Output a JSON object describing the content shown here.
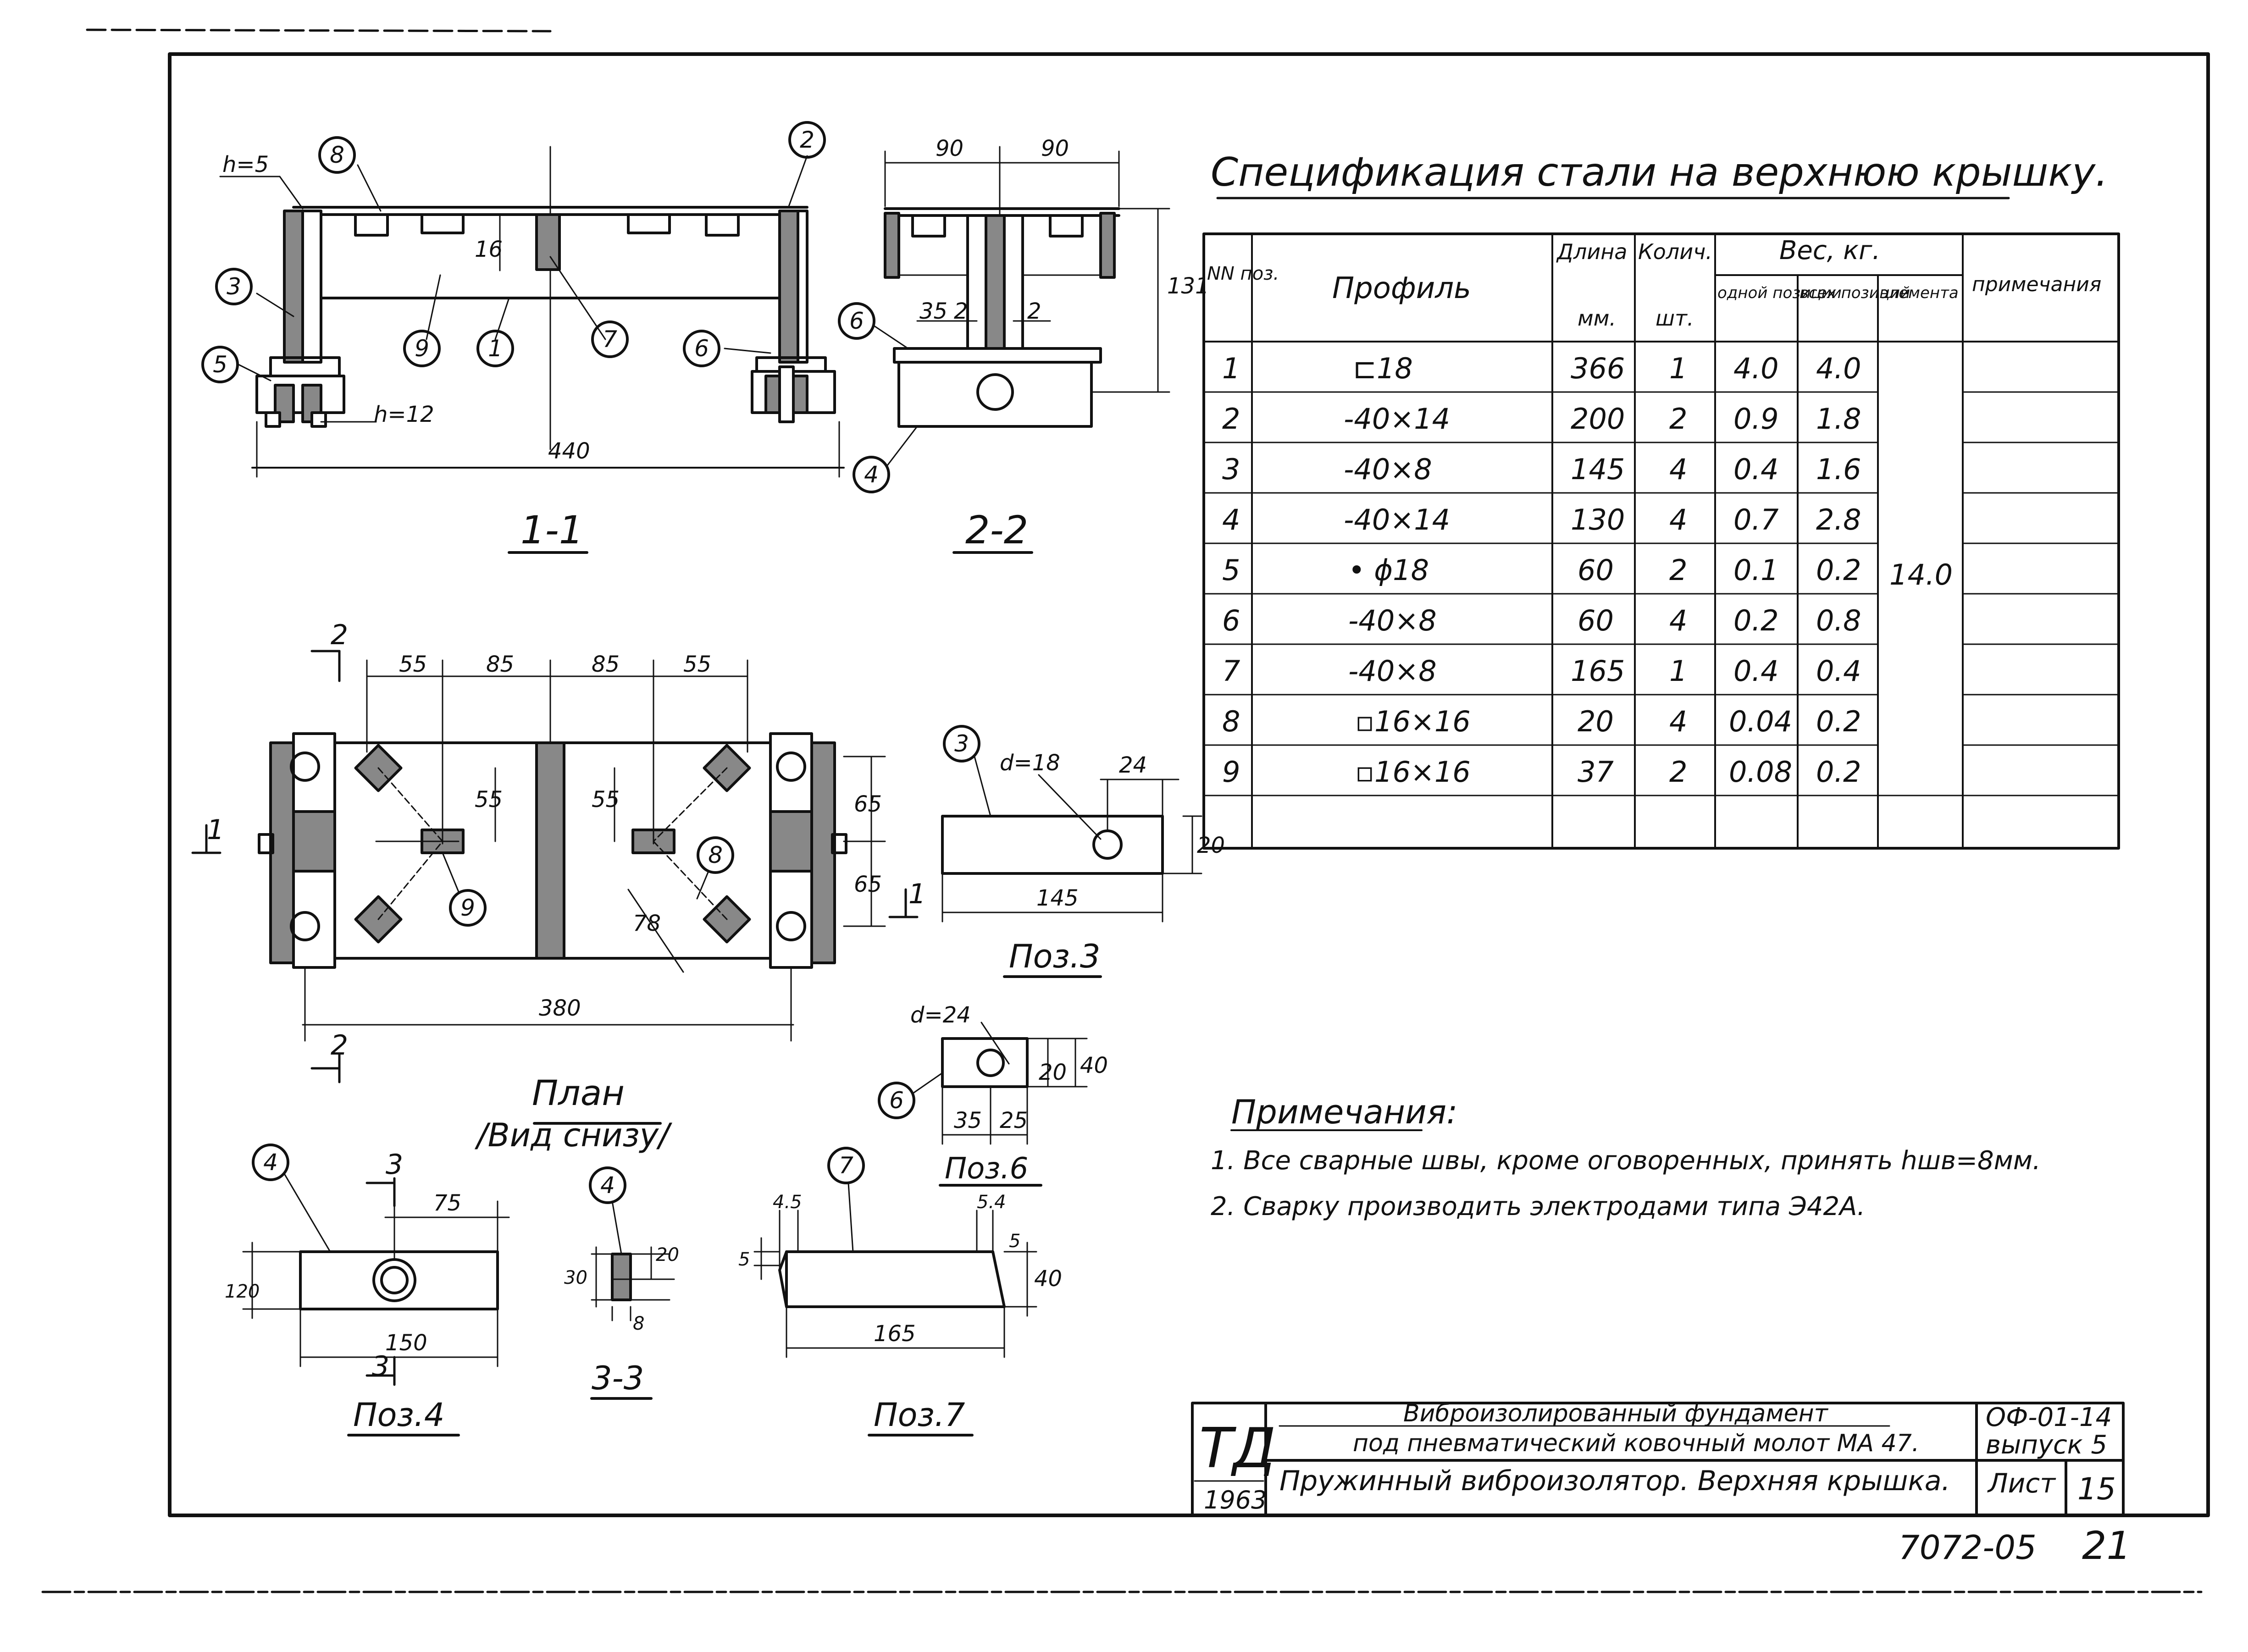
{
  "spec": {
    "title": "Спецификация стали на верхнюю крышку.",
    "headers": {
      "pos": "NN поз.",
      "profile": "Профиль",
      "length": "Длина",
      "length_unit": "мм.",
      "qty": "Колич.",
      "qty_unit": "шт.",
      "weight": "Вес, кг.",
      "w_one": "одной позиции",
      "w_all": "всех позиций",
      "w_elem": "элемента",
      "note": "примечания"
    },
    "rows": [
      {
        "pos": "1",
        "profile": "⊏18",
        "length": "366",
        "qty": "1",
        "w_one": "4.0",
        "w_all": "4.0"
      },
      {
        "pos": "2",
        "profile": "-40×14",
        "length": "200",
        "qty": "2",
        "w_one": "0.9",
        "w_all": "1.8"
      },
      {
        "pos": "3",
        "profile": "-40×8",
        "length": "145",
        "qty": "4",
        "w_one": "0.4",
        "w_all": "1.6"
      },
      {
        "pos": "4",
        "profile": "-40×14",
        "length": "130",
        "qty": "4",
        "w_one": "0.7",
        "w_all": "2.8"
      },
      {
        "pos": "5",
        "profile": "• ϕ18",
        "length": "60",
        "qty": "2",
        "w_one": "0.1",
        "w_all": "0.2"
      },
      {
        "pos": "6",
        "profile": "-40×8",
        "length": "60",
        "qty": "4",
        "w_one": "0.2",
        "w_all": "0.8"
      },
      {
        "pos": "7",
        "profile": "-40×8",
        "length": "165",
        "qty": "1",
        "w_one": "0.4",
        "w_all": "0.4"
      },
      {
        "pos": "8",
        "profile": "▫16×16",
        "length": "20",
        "qty": "4",
        "w_one": "0.04",
        "w_all": "0.2"
      },
      {
        "pos": "9",
        "profile": "▫16×16",
        "length": "37",
        "qty": "2",
        "w_one": "0.08",
        "w_all": "0.2"
      }
    ],
    "element_weight": "14.0"
  },
  "notes": {
    "title": "Примечания:",
    "items": [
      "1. Все сварные швы, кроме оговоренных, принять hшв=8мм.",
      "2. Сварку производить электродами типа Э42А."
    ]
  },
  "views": {
    "section_1_1": "1-1",
    "section_2_2": "2-2",
    "section_3_3": "3-3",
    "plan": "План",
    "plan_sub": "/Вид снизу/",
    "pos3": "Поз.3",
    "pos4": "Поз.4",
    "pos6": "Поз.6",
    "pos7": "Поз.7"
  },
  "dims": {
    "s11_h5": "h=5",
    "s11_h12": "h=12",
    "s11_16": "16",
    "s11_440": "440",
    "s22_90a": "90",
    "s22_90b": "90",
    "s22_131": "131",
    "s22_35": "35",
    "s22_2a": "2",
    "s22_2b": "2",
    "plan_55a": "55",
    "plan_85a": "85",
    "plan_85b": "85",
    "plan_55b": "55",
    "plan_55v1": "55",
    "plan_55v2": "55",
    "plan_65a": "65",
    "plan_65b": "65",
    "plan_78": "78",
    "plan_380": "380",
    "p3_d18": "d=18",
    "p3_24": "24",
    "p3_20": "20",
    "p3_145": "145",
    "p6_d24": "d=24",
    "p6_20": "20",
    "p6_40": "40",
    "p6_35": "35",
    "p6_25": "25",
    "p4_75": "75",
    "p4_120": "120",
    "p4_150": "150",
    "s33_30": "30",
    "s33_20": "20",
    "s33_8": "8",
    "p7_45": "4.5",
    "p7_54": "5.4",
    "p7_5a": "5",
    "p7_5b": "5",
    "p7_40": "40",
    "p7_165": "165"
  },
  "callouts": {
    "c1": "1",
    "c2": "2",
    "c3": "3",
    "c4": "4",
    "c5": "5",
    "c6": "6",
    "c7": "7",
    "c8": "8",
    "c9": "9",
    "s22_c4": "4",
    "s22_c6": "6",
    "plan_c8": "8",
    "plan_c9": "9",
    "p3_c3": "3",
    "p6_c6": "6",
    "p4_c4": "4",
    "s33_c4": "4",
    "p7_c7": "7",
    "cut_1a": "1",
    "cut_1b": "1",
    "cut_2a": "2",
    "cut_2b": "2",
    "cut_3a": "3",
    "cut_3b": "3"
  },
  "title_block": {
    "logo": "ТД",
    "year": "1963",
    "desc1": "Виброизолированный фундамент",
    "desc2": "под пневматический ковочный молот МА 47.",
    "code": "ОФ-01-14",
    "issue": "выпуск 5",
    "sheet_title": "Пружинный виброизолятор. Верхняя крышка.",
    "sheet_label": "Лист",
    "sheet_num": "15"
  },
  "stamp": {
    "number": "7072-05",
    "page": "21"
  }
}
